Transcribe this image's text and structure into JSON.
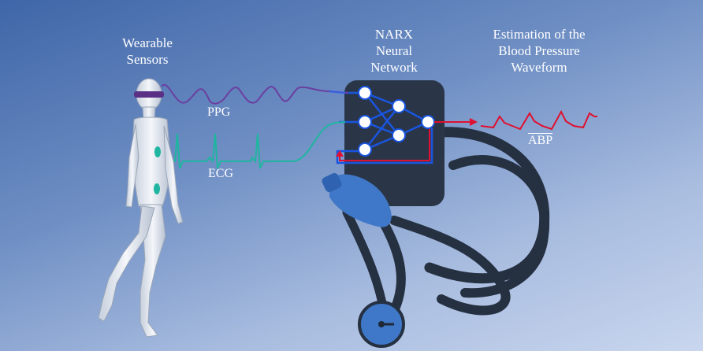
{
  "labels": {
    "sensors": [
      "Wearable",
      "Sensors"
    ],
    "network": [
      "NARX",
      "Neural",
      "Network"
    ],
    "estimation": [
      "Estimation of the",
      "Blood Pressure",
      "Waveform"
    ],
    "ppg": "PPG",
    "ecg": "ECG",
    "abp": "ABP"
  },
  "colors": {
    "ppg": "#6a3fa0",
    "ecg": "#1fb5a0",
    "abp": "#e0101a",
    "network_box": "#2a3648",
    "network_link": "#1a55e0",
    "feedback": "#e01030",
    "cuff": "#3f78c8"
  },
  "icons": [
    "human-figure-icon",
    "neural-network-icon",
    "blood-pressure-cuff-icon",
    "pressure-gauge-icon"
  ]
}
